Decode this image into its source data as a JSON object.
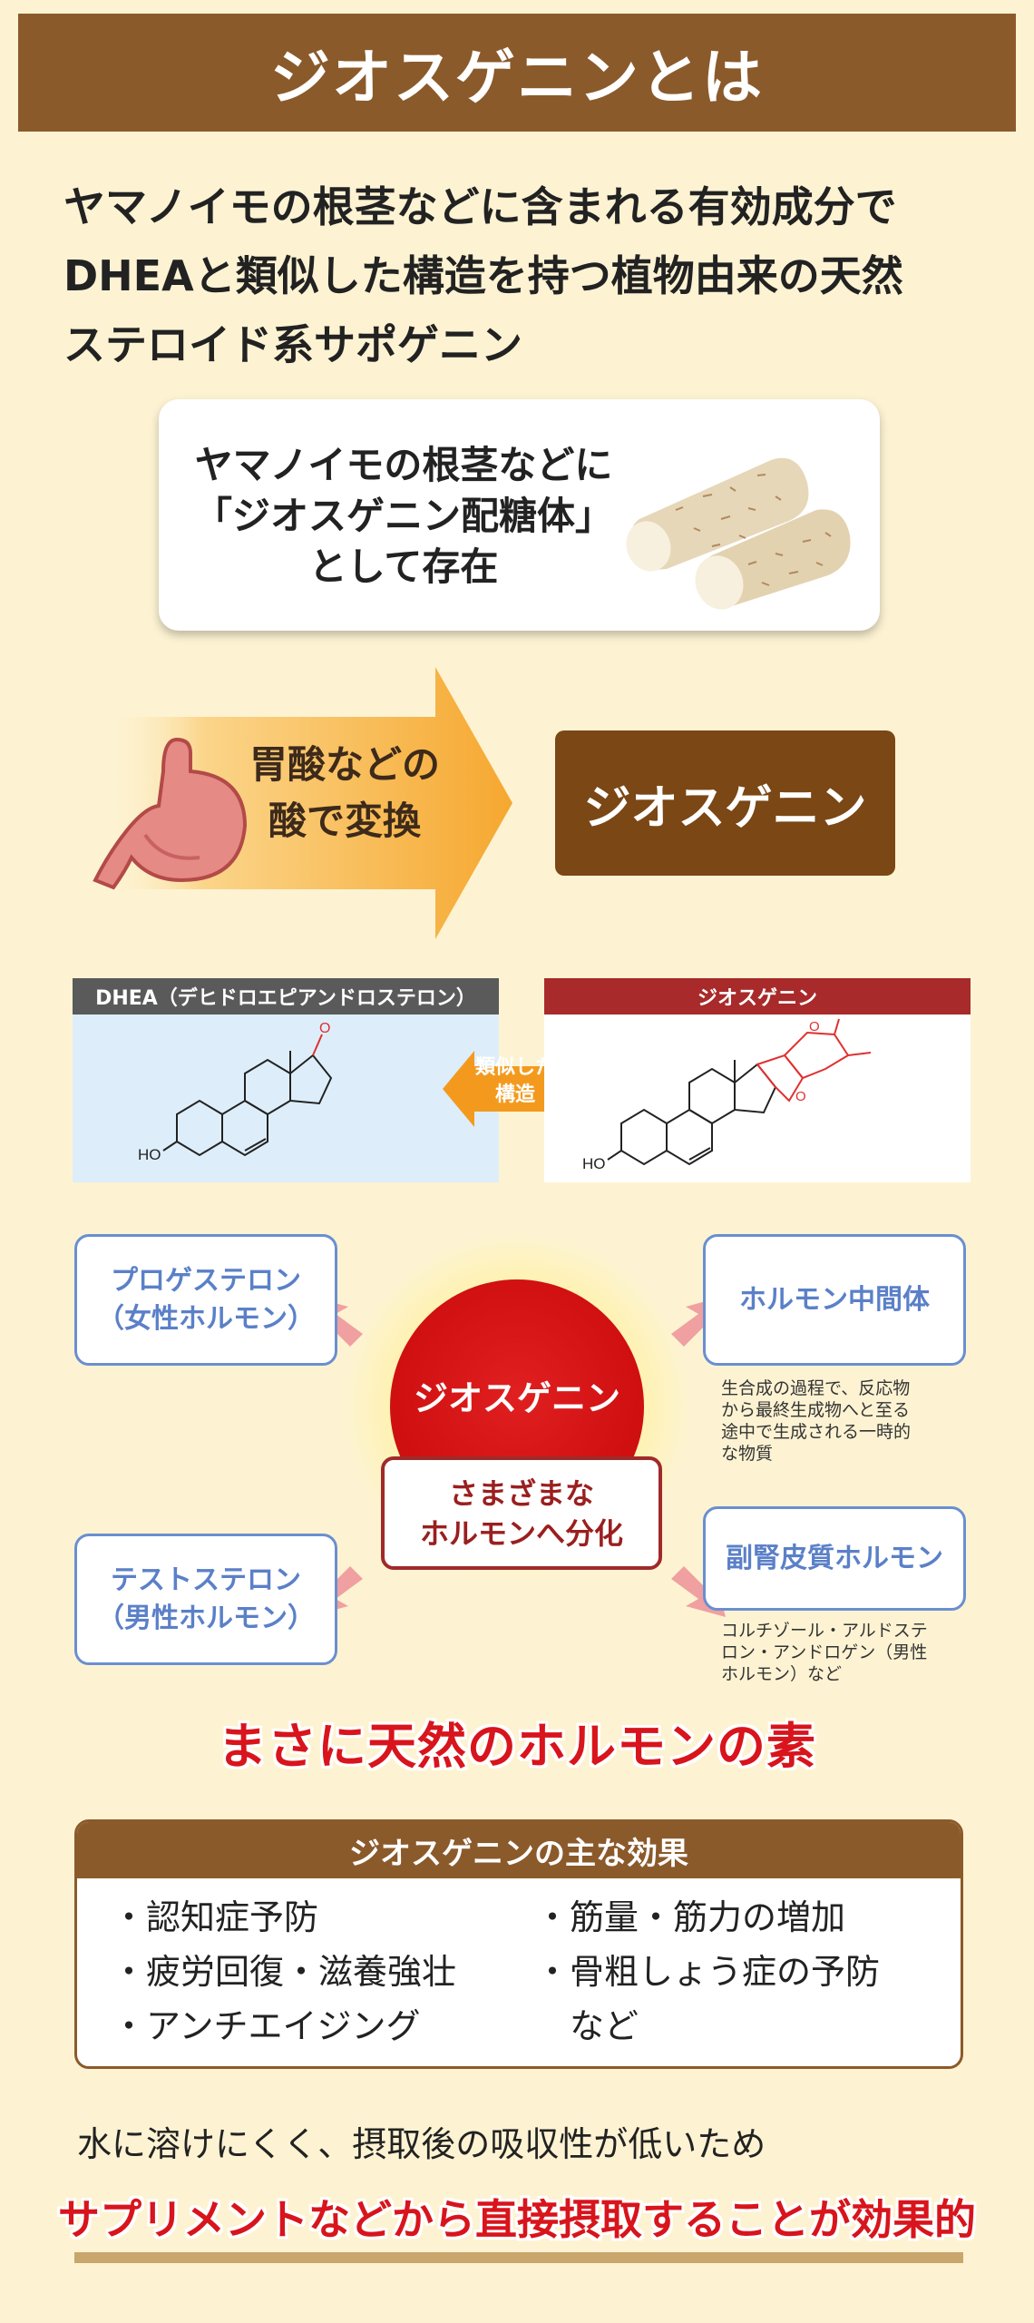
{
  "header": {
    "title": "ジオスゲニンとは"
  },
  "intro": {
    "line1": "ヤマノイモの根茎などに含まれる有効成分で",
    "line2": "DHEAと類似した構造を持つ植物由来の天然",
    "line3": "ステロイド系サポゲニン"
  },
  "yam_card": {
    "line1": "ヤマノイモの根茎などに",
    "line2": "「ジオスゲニン配糖体」",
    "line3": "として存在"
  },
  "conversion": {
    "line1": "胃酸などの",
    "line2": "酸で変換",
    "result": "ジオスゲニン"
  },
  "structures": {
    "left_title": "DHEA（デヒドロエピアンドロステロン）",
    "right_title": "ジオスゲニン",
    "similar_line1": "類似した",
    "similar_line2": "構造",
    "ho_label": "HO",
    "o_label": "O"
  },
  "hormones": {
    "center": "ジオスゲニン",
    "progesterone_line1": "プロゲステロン",
    "progesterone_line2": "（女性ホルモン）",
    "intermediate": "ホルモン中間体",
    "intermediate_note": [
      "生合成の過程で、反応物",
      "から最終生成物へと至る",
      "途中で生成される一時的",
      "な物質"
    ],
    "testosterone_line1": "テストステロン",
    "testosterone_line2": "（男性ホルモン）",
    "adrenal": "副腎皮質ホルモン",
    "adrenal_note": [
      "コルチゾール・アルドステ",
      "ロン・アンドロゲン（男性",
      "ホルモン）など"
    ],
    "diff_line1": "さまざまな",
    "diff_line2": "ホルモンへ分化"
  },
  "tagline": "まさに天然のホルモンの素",
  "effects": {
    "title": "ジオスゲニンの主な効果",
    "left": [
      "・認知症予防",
      "・疲労回復・滋養強壮",
      "・アンチエイジング"
    ],
    "right": [
      "・筋量・筋力の増加",
      "・骨粗しょう症の予防",
      "　など"
    ]
  },
  "footer": {
    "note": "水に溶けにくく、摂取後の吸収性が低いため",
    "highlight": "サプリメントなどから直接摂取することが効果的"
  },
  "colors": {
    "brown": "#8b5a2b",
    "red": "#d8141c",
    "blue": "#5b80c8",
    "orange": "#f39a1e"
  }
}
